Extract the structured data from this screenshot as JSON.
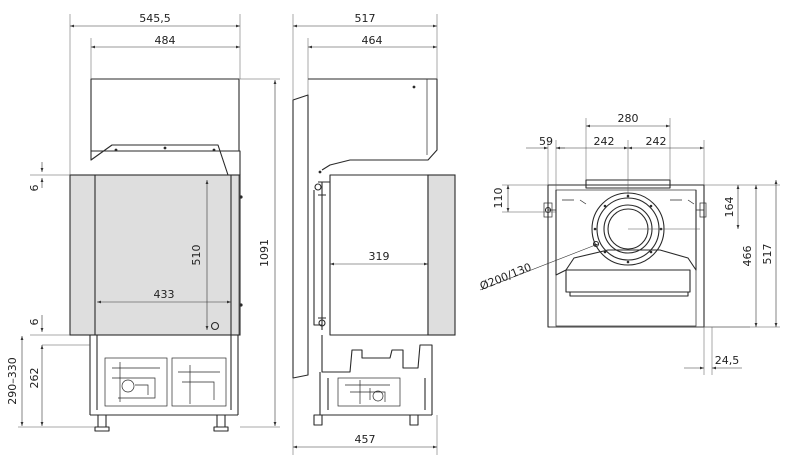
{
  "colors": {
    "line": "#2a2a2a",
    "glass": "#dedede",
    "background": "#ffffff"
  },
  "front_view": {
    "total_width": "545,5",
    "top_width": "484",
    "inner_width": "433",
    "glass_height": "510",
    "total_height": "1091",
    "top_offset": "6",
    "bottom_offset": "6",
    "legs_height": "262",
    "legs_range": "290–330"
  },
  "side_view": {
    "total_width": "517",
    "top_width": "464",
    "inner_width": "319",
    "base_width": "457"
  },
  "top_view": {
    "outlet_span": "280",
    "half_left": "242",
    "half_right": "242",
    "offset_left": "59",
    "depth_offset": "110",
    "outlet_depth": "164",
    "inner_depth": "466",
    "total_depth": "517",
    "wall_offset": "24,5",
    "flue_diameter": "Ø200/130"
  }
}
